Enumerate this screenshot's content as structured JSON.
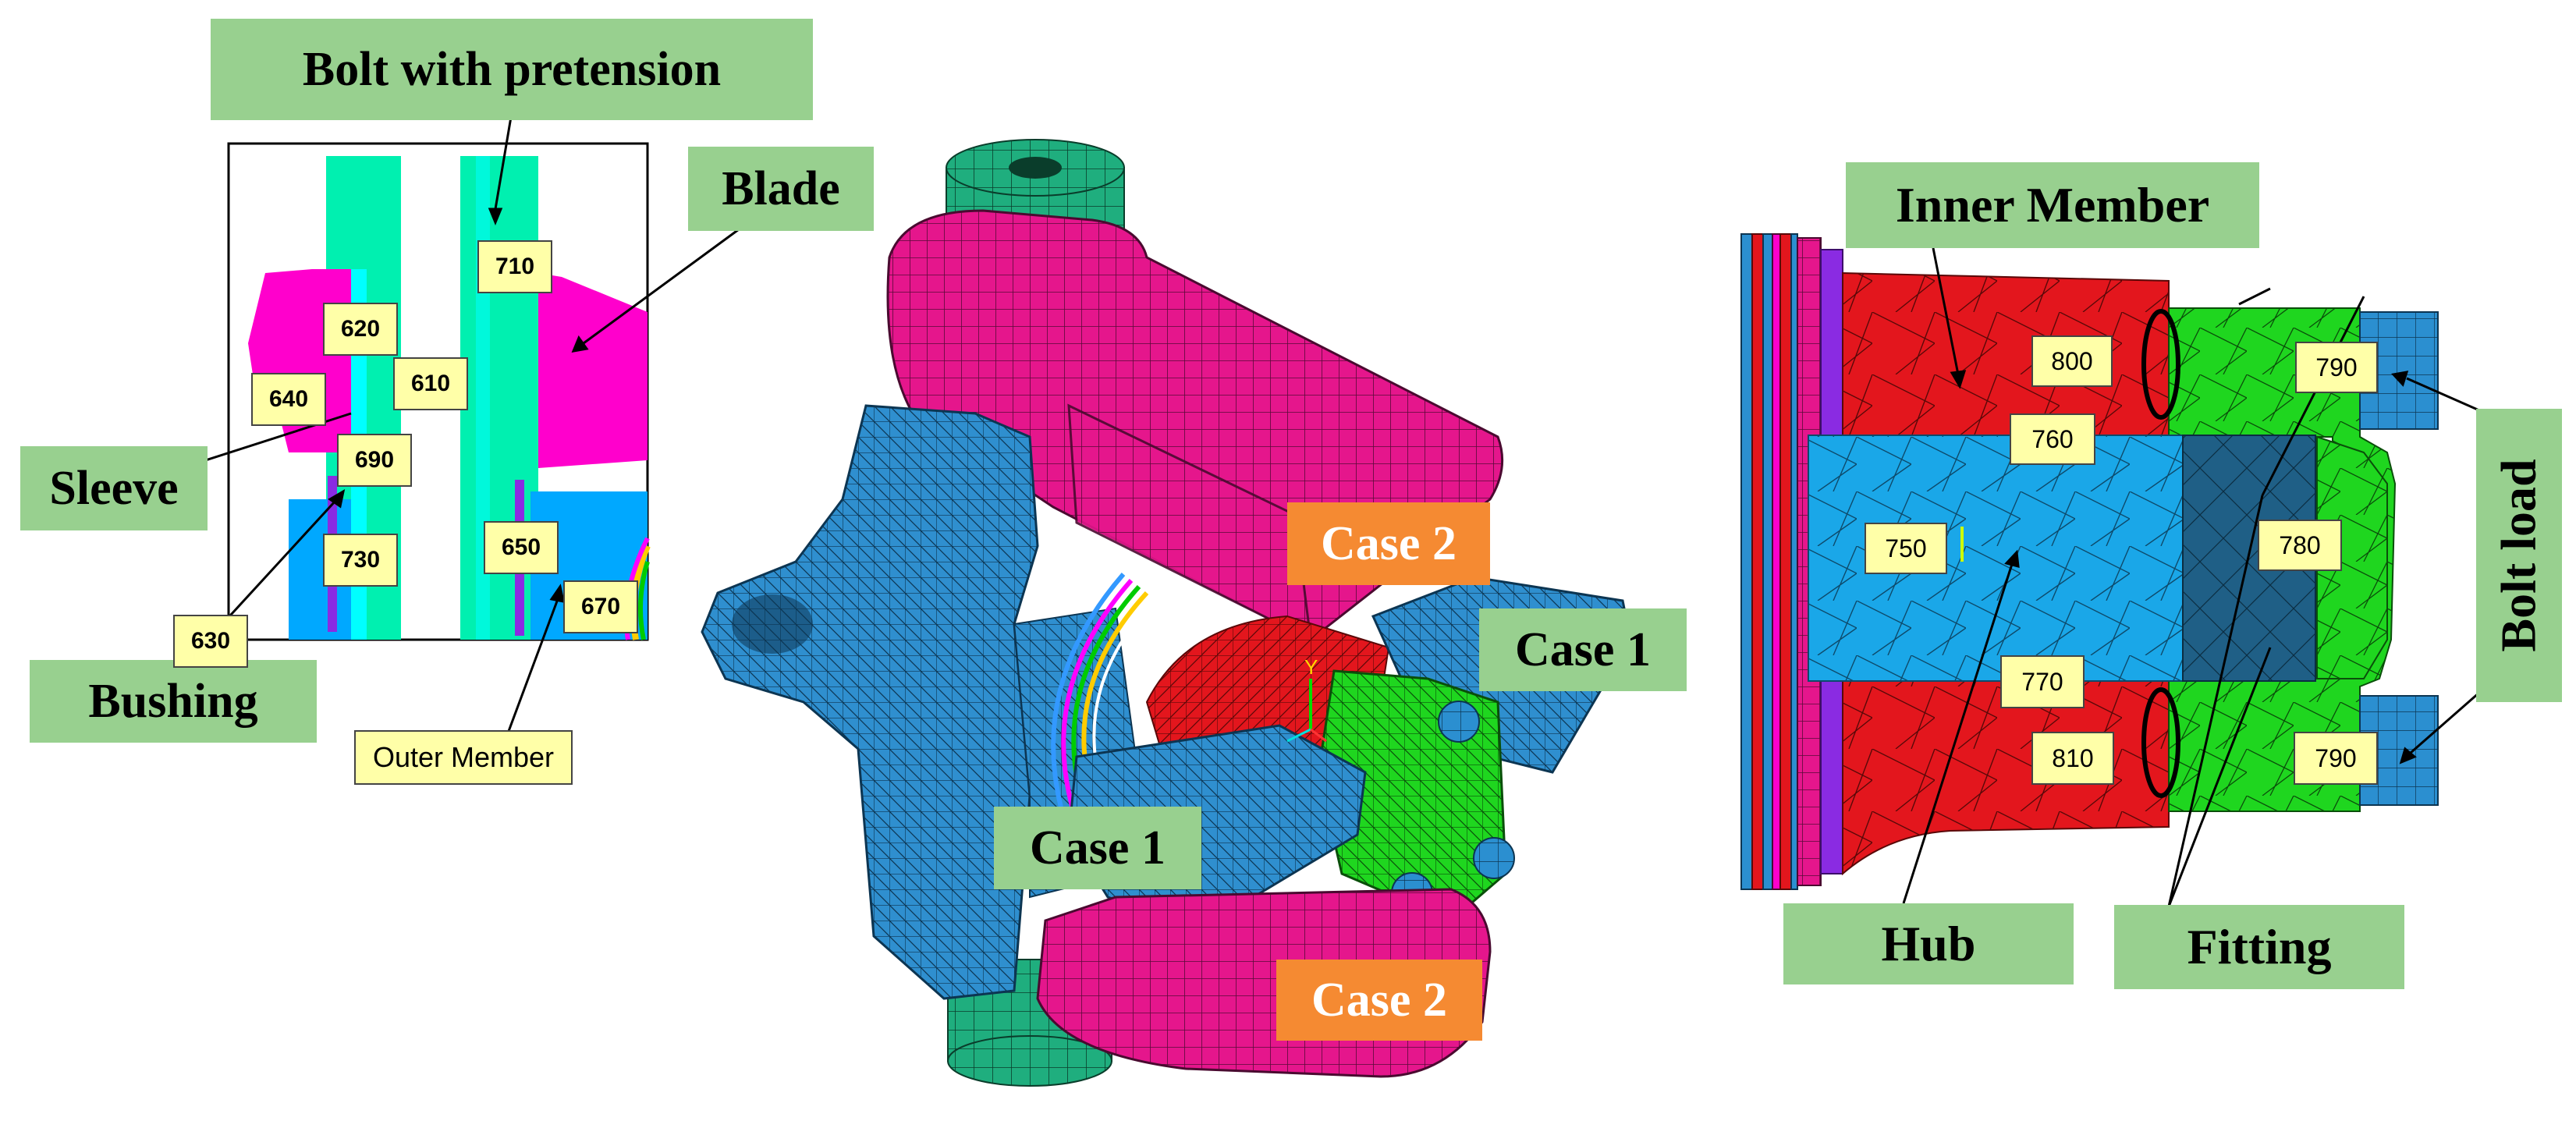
{
  "left_panel": {
    "labels": {
      "bolt": "Bolt with pretension",
      "blade": "Blade",
      "sleeve": "Sleeve",
      "bushing": "Bushing",
      "outer_member": "Outer Member"
    },
    "numbers": {
      "n710": "710",
      "n620": "620",
      "n610": "610",
      "n640": "640",
      "n690": "690",
      "n730": "730",
      "n650": "650",
      "n670": "670",
      "n630": "630"
    }
  },
  "center_panel": {
    "case2_top": "Case 2",
    "case1_right": "Case 1",
    "case1_left": "Case 1",
    "case2_bottom": "Case 2",
    "axis_y": "Y"
  },
  "right_panel": {
    "labels": {
      "inner_member": "Inner Member",
      "bolt_load": "Bolt load",
      "hub": "Hub",
      "fitting": "Fitting"
    },
    "numbers": {
      "n800": "800",
      "n790a": "790",
      "n760": "760",
      "n750": "750",
      "n780": "780",
      "n770": "770",
      "n810": "810",
      "n790b": "790"
    }
  },
  "colors": {
    "label_green": "#98d08f",
    "label_orange": "#f58a32",
    "number_yellow": "#ffffa8",
    "magenta": "#e5168c",
    "steel_blue": "#2f8fcf",
    "teal_green": "#1fae7e",
    "red": "#e3161d",
    "bright_green": "#1fd61f",
    "mint": "#00f0b0"
  }
}
